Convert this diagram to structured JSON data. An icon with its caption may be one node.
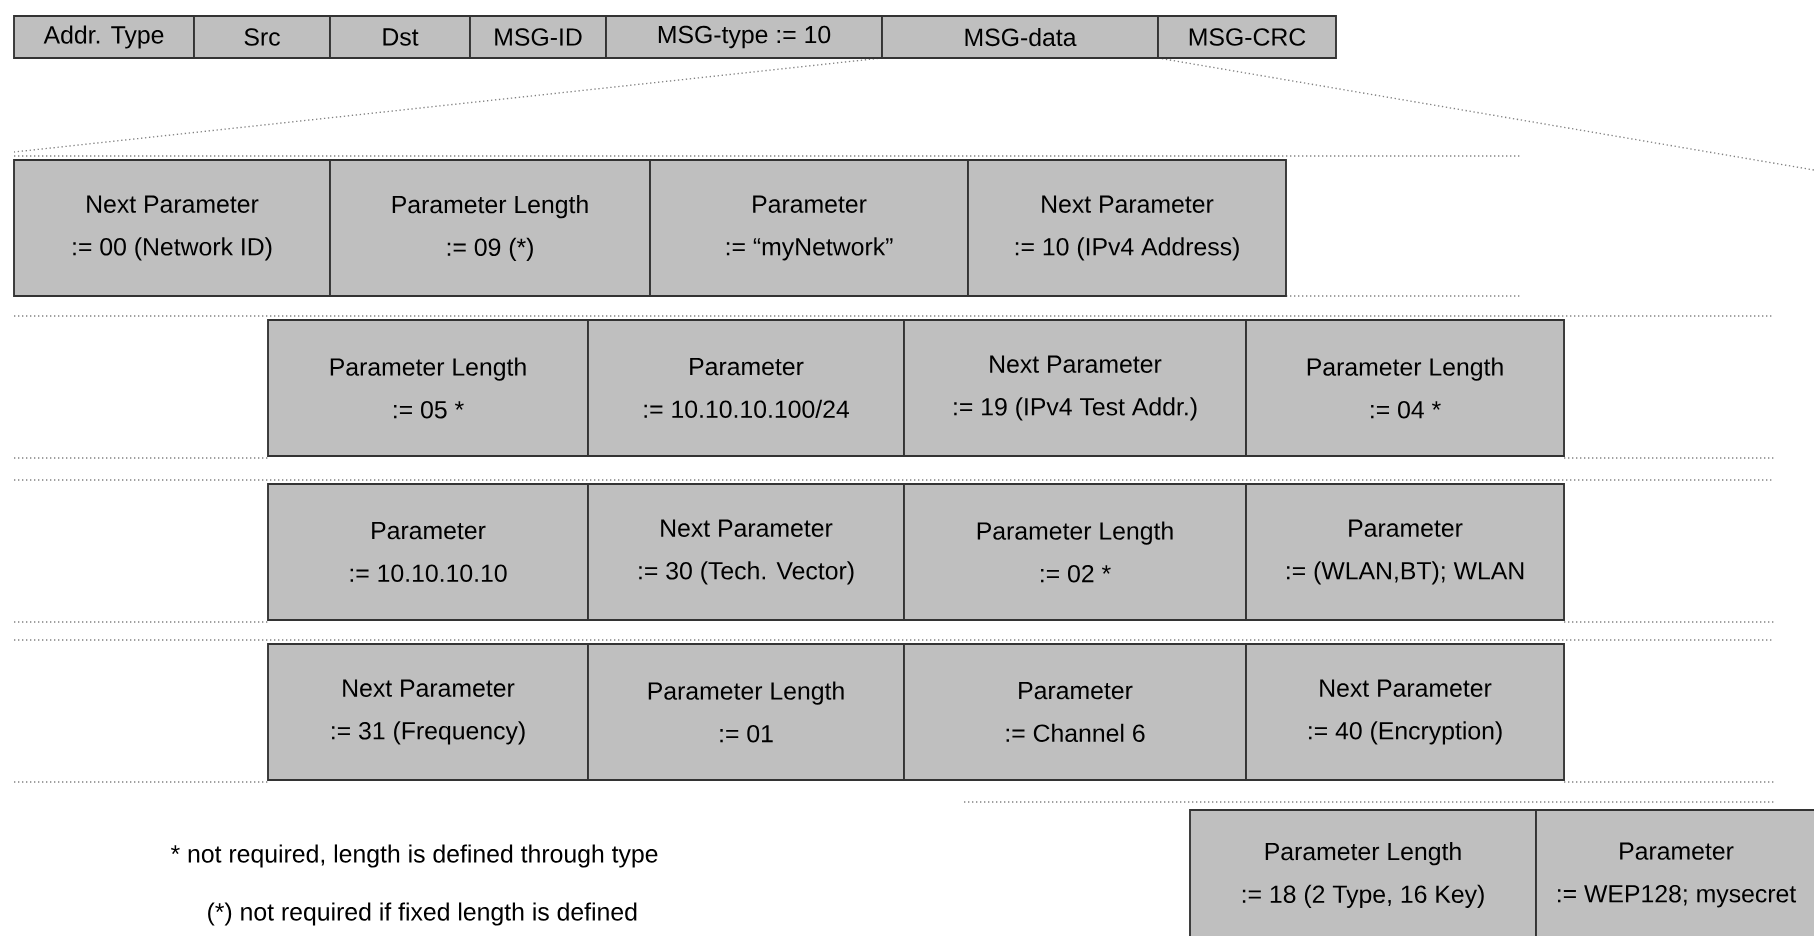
{
  "diagram": {
    "nodes": [
      {
        "text": [
          "Addr. Type"
        ]
      },
      {
        "text": [
          "Src"
        ]
      },
      {
        "text": [
          "Dst"
        ]
      },
      {
        "text": [
          "MSG-ID"
        ]
      },
      {
        "text": [
          "MSG-type := 10"
        ]
      },
      {
        "text": [
          "MSG-data"
        ]
      },
      {
        "text": [
          "MSG-CRC"
        ]
      },
      {
        "text": [
          "Next Parameter",
          ":= 00 (Network ID)"
        ]
      },
      {
        "text": [
          "Parameter Length",
          ":= 09 (*)"
        ]
      },
      {
        "text": [
          "Parameter",
          ":= “myNetwork”"
        ]
      },
      {
        "text": [
          "Next Parameter",
          ":= 10 (IPv4 Address)"
        ]
      },
      {
        "text": [
          "Parameter Length",
          ":= 05 *"
        ]
      },
      {
        "text": [
          "Parameter",
          ":= 10.10.10.100/24"
        ]
      },
      {
        "text": [
          "Next Parameter",
          ":= 19 (IPv4 Test Addr.)"
        ]
      },
      {
        "text": [
          "Parameter Length",
          ":= 04 *"
        ]
      },
      {
        "text": [
          "Parameter",
          ":= 10.10.10.10"
        ]
      },
      {
        "text": [
          "Next Parameter",
          ":= 30 (Tech. Vector)"
        ]
      },
      {
        "text": [
          "Parameter Length",
          ":= 02 *"
        ]
      },
      {
        "text": [
          "Parameter",
          ":= (WLAN,BT); WLAN"
        ]
      },
      {
        "text": [
          "Next Parameter",
          ":= 31 (Frequency)"
        ]
      },
      {
        "text": [
          "Parameter Length",
          ":= 01"
        ]
      },
      {
        "text": [
          "Parameter",
          ":= Channel 6"
        ]
      },
      {
        "text": [
          "Next Parameter",
          ":= 40 (Encryption)"
        ]
      },
      {
        "text": [
          "Parameter Length",
          ":= 18 (2 Type, 16 Key)"
        ]
      },
      {
        "text": [
          "Parameter",
          ":= WEP128; mysecret"
        ]
      }
    ],
    "labels": [
      "* not required, length is defined through type",
      "(*) not required if fixed length is defined"
    ]
  }
}
